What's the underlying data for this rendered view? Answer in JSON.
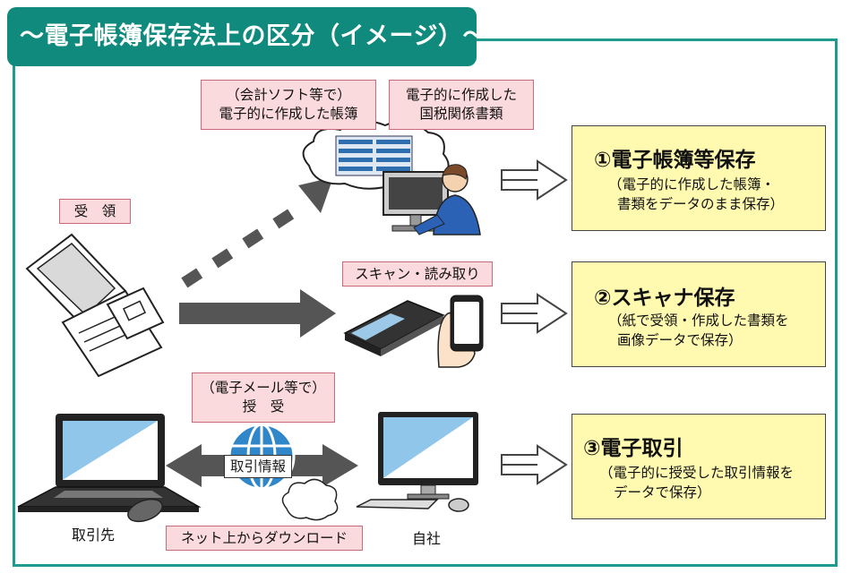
{
  "title": "～電子帳簿保存法上の区分（イメージ）～",
  "labels": {
    "receive": "受　領",
    "accounting_line1": "（会計ソフト等で）",
    "accounting_line2": "電子的に作成した帳簿",
    "tax_line1": "電子的に作成した",
    "tax_line2": "国税関係書類",
    "scan": "スキャン・読み取り",
    "email_line1": "（電子メール等で）",
    "email_line2": "授　受",
    "transaction_info": "取引情報",
    "download": "ネット上からダウンロード",
    "partner": "取引先",
    "own_company": "自社"
  },
  "categories": [
    {
      "heading": "①電子帳簿等保存",
      "desc1": "（電子的に作成した帳簿・",
      "desc2": "書類をデータのまま保存）"
    },
    {
      "heading": "②スキャナ保存",
      "desc1": "（紙で受領・作成した書類を",
      "desc2": "画像データで保存）"
    },
    {
      "heading": "③電子取引",
      "desc1": "（電子的に授受した取引情報を",
      "desc2": "データで保存）"
    }
  ],
  "colors": {
    "teal": "#0f8a7d",
    "frame": "#1e9a8e",
    "pink": "#fadadd",
    "yellow": "#fffab0",
    "arrow": "#555555"
  },
  "icons": [
    "document-stack-icon",
    "cloud-server-icon",
    "office-worker-icon",
    "scanner-icon",
    "smartphone-icon",
    "laptop-icon",
    "globe-icon",
    "cloud-icon",
    "desktop-monitor-icon",
    "mouse-icon"
  ]
}
